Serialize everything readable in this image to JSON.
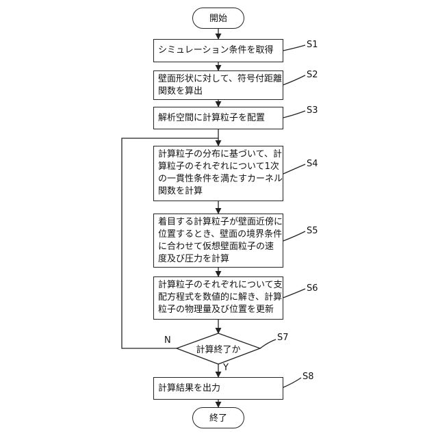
{
  "flowchart": {
    "start": "開始",
    "end": "終了",
    "steps": [
      {
        "id": "S1",
        "lines": [
          "シミュレーション条件を取得"
        ]
      },
      {
        "id": "S2",
        "lines": [
          "壁面形状に対して、符号付距離",
          "関数を算出"
        ]
      },
      {
        "id": "S3",
        "lines": [
          "解析空間に計算粒子を配置"
        ]
      },
      {
        "id": "S4",
        "lines": [
          "計算粒子の分布に基づいて、計",
          "算粒子のそれぞれについて1次",
          "の一貫性条件を満たすカーネル",
          "関数を計算"
        ]
      },
      {
        "id": "S5",
        "lines": [
          "着目する計算粒子が壁面近傍に",
          "位置するとき、壁面の境界条件",
          "に合わせて仮想壁面粒子の速",
          "度及び圧力を計算"
        ]
      },
      {
        "id": "S6",
        "lines": [
          "計算粒子のそれぞれについて支",
          "配方程式を数値的に解き、計算",
          "粒子の物理量及び位置を更新"
        ]
      }
    ],
    "decision": {
      "id": "S7",
      "text": "計算終了か",
      "no_label": "N",
      "yes_label": "Y"
    },
    "final_step": {
      "id": "S8",
      "lines": [
        "計算結果を出力"
      ]
    }
  }
}
